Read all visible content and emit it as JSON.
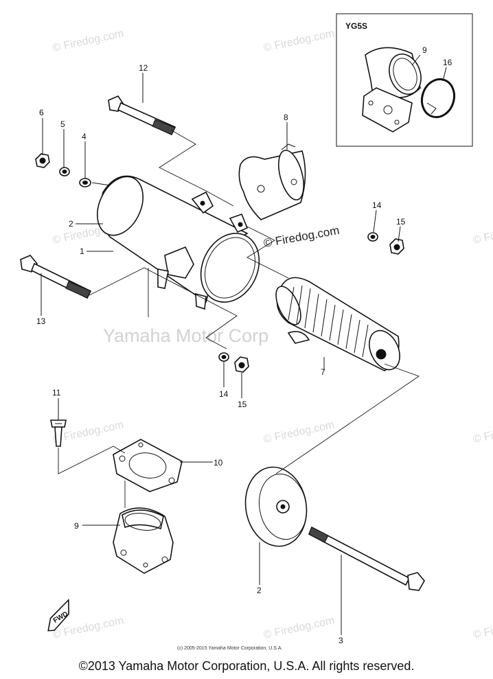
{
  "inset": {
    "label": "YG5S",
    "callouts": [
      "9",
      "16"
    ]
  },
  "callouts": {
    "c12": "12",
    "c6": "6",
    "c5": "5",
    "c4": "4",
    "c8": "8",
    "c2a": "2",
    "c1": "1",
    "c14a": "14",
    "c15a": "15",
    "c13": "13",
    "c7": "7",
    "c14b": "14",
    "c15b": "15",
    "c11": "11",
    "c10": "10",
    "c9": "9",
    "c2b": "2",
    "c3": "3"
  },
  "fwd_label": "FWD",
  "watermarks": {
    "firedog": "© Firedog.com",
    "firedog_center": "© Firedog.com",
    "yamaha": "Yamaha Motor Corp"
  },
  "small_copyright": "(c) 2005-2015 Yamaha Motor Corporation, U.S.A.",
  "footer": "©2013 Yamaha Motor Corporation, U.S.A. All rights reserved."
}
